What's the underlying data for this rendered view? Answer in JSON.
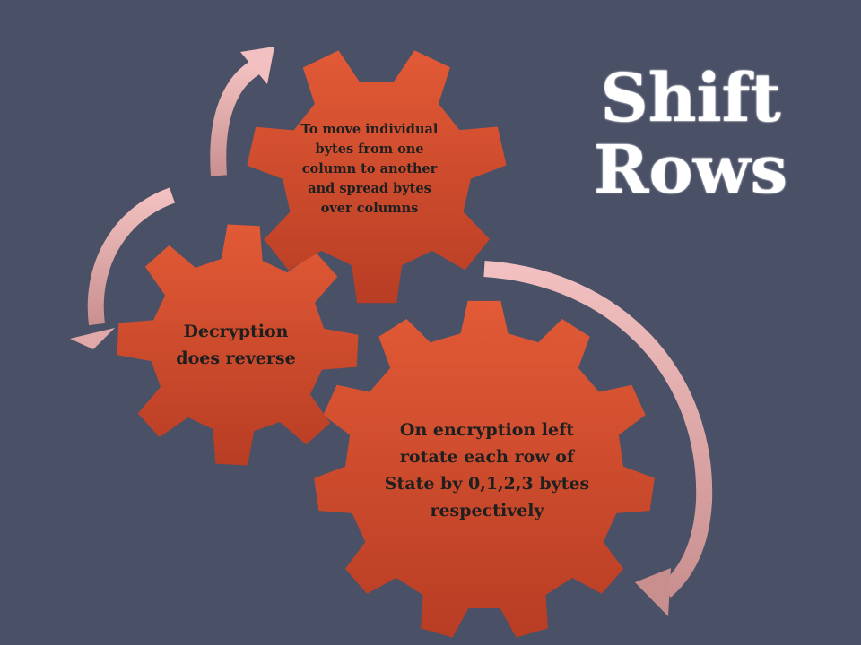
{
  "title": "Shift Rows",
  "gears": {
    "large": {
      "text": "On encryption left rotate each row of State by 0,1,2,3 bytes respectively"
    },
    "medium": {
      "text": "Decryption does reverse"
    },
    "small": {
      "text": "To move individual bytes from one column to another and spread bytes over columns"
    }
  },
  "colors": {
    "background": "#4a5066",
    "gear_top": "#e25a36",
    "gear_bottom": "#b83d24",
    "arrow_light": "#f0bcbc",
    "arrow_dark": "#c98e8e",
    "title": "#ffffff"
  }
}
